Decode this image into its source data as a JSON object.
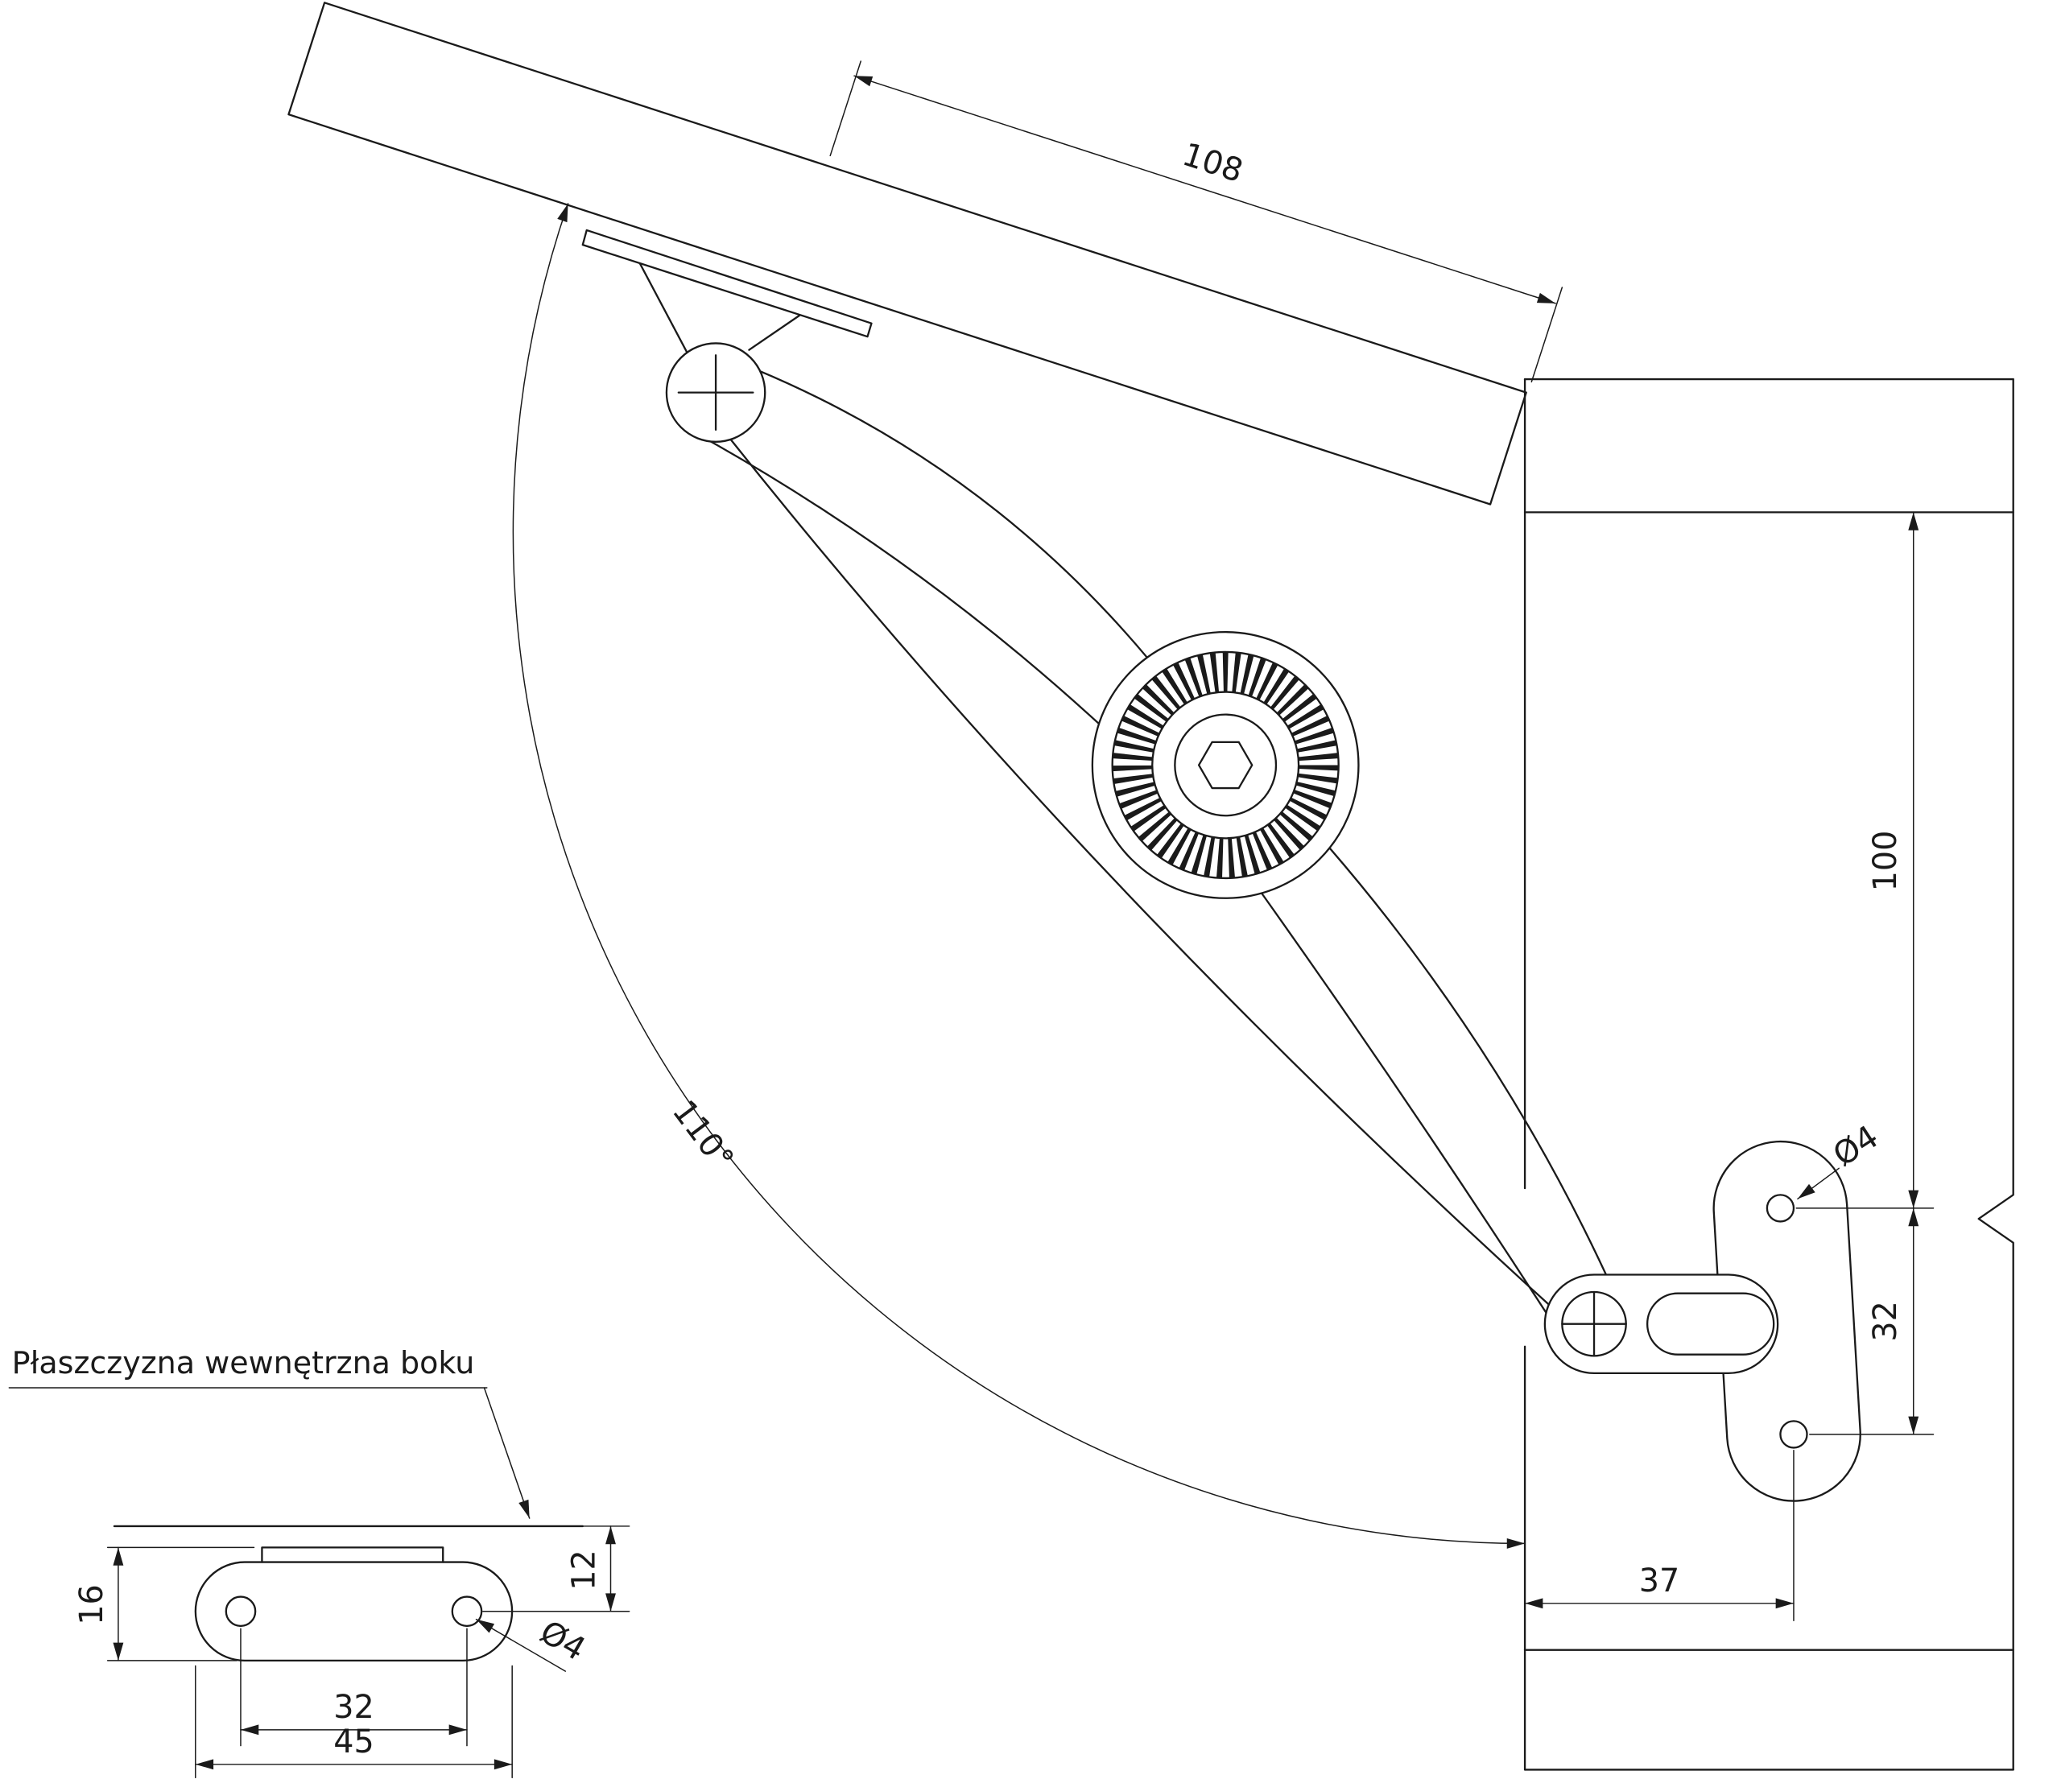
{
  "drawing": {
    "note_inner_plane": "Płaszczyzna wewnętrzna boku",
    "dims": {
      "lid_length": "108",
      "panel_hole_offset": "100",
      "side_hole_spacing": "32",
      "side_hole_diameter": "Ø4",
      "plate_bottom_offset": "37",
      "opening_angle": "110°",
      "plate_height": "16",
      "plane_to_hole": "12",
      "plate_hole_spacing": "32",
      "plate_width": "45",
      "plate_hole_diameter": "Ø4"
    }
  }
}
